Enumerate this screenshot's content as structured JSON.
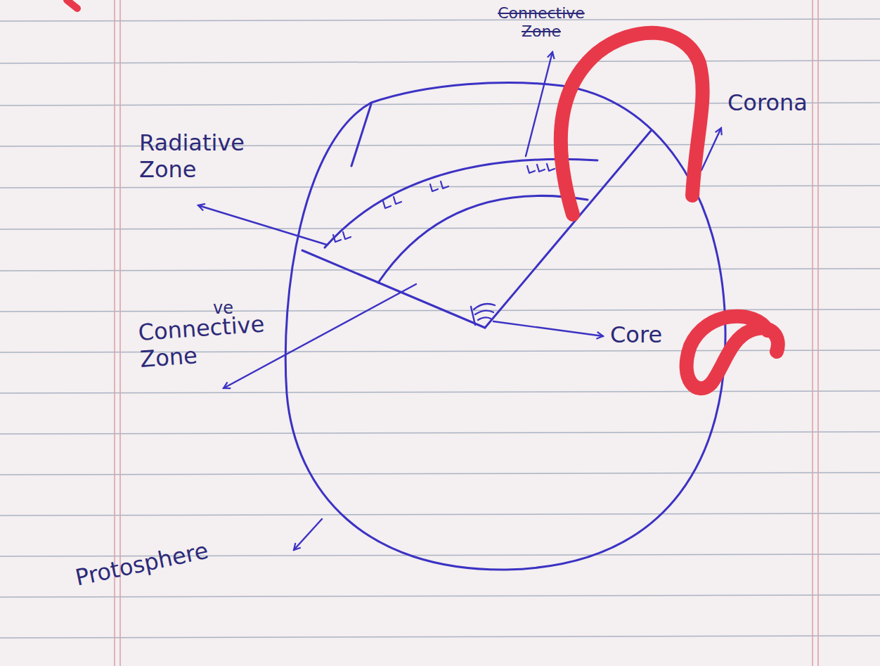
{
  "diagram": {
    "labels": [
      "Connective Zone",
      "Corona",
      "Radiative Zone",
      "ve",
      "Connective Zone",
      "Core",
      "Protosphere"
    ]
  }
}
